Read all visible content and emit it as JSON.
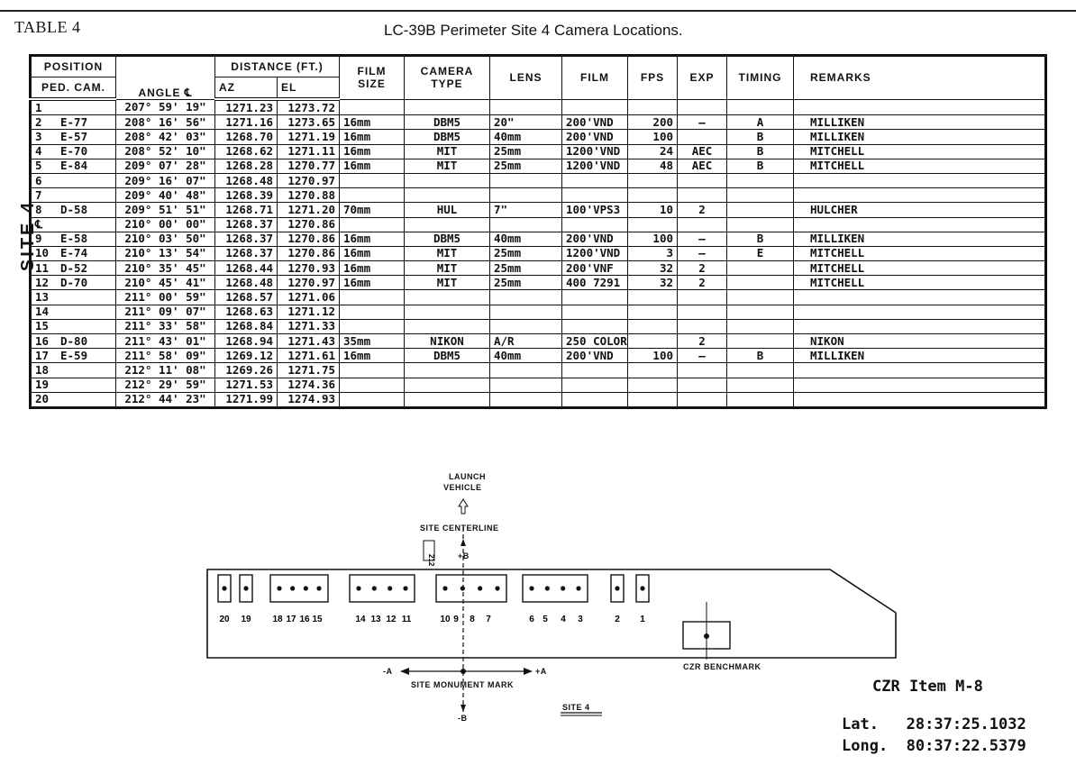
{
  "header": {
    "table_label": "TABLE 4",
    "title": "LC-39B Perimeter Site 4 Camera Locations."
  },
  "side_label": "SITE 4",
  "table": {
    "headers": {
      "position_top": "POSITION",
      "ped": "PED.",
      "cam": "CAM.",
      "angle": "ANGLE ℄",
      "distance": "DISTANCE (FT.)",
      "az": "AZ",
      "el": "EL",
      "film_size_1": "FILM",
      "film_size_2": "SIZE",
      "camera_type_1": "CAMERA",
      "camera_type_2": "TYPE",
      "lens": "LENS",
      "film": "FILM",
      "fps": "FPS",
      "exp": "EXP",
      "timing": "TIMING",
      "remarks": "REMARKS"
    },
    "rows": [
      {
        "ped": "1",
        "cam": "",
        "angle": "207° 59' 19\"",
        "az": "1271.23",
        "el": "1273.72",
        "size": "",
        "type": "",
        "lens": "",
        "film": "",
        "fps": "",
        "exp": "",
        "timing": "",
        "remarks": ""
      },
      {
        "ped": "2",
        "cam": "E-77",
        "angle": "208° 16' 56\"",
        "az": "1271.16",
        "el": "1273.65",
        "size": "16mm",
        "type": "DBM5",
        "lens": "20\"",
        "film": "200'VND",
        "fps": "200",
        "exp": "—",
        "timing": "A",
        "remarks": "MILLIKEN"
      },
      {
        "ped": "3",
        "cam": "E-57",
        "angle": "208° 42' 03\"",
        "az": "1268.70",
        "el": "1271.19",
        "size": "16mm",
        "type": "DBM5",
        "lens": "40mm",
        "film": "200'VND",
        "fps": "100",
        "exp": "",
        "timing": "B",
        "remarks": "MILLIKEN"
      },
      {
        "ped": "4",
        "cam": "E-70",
        "angle": "208° 52' 10\"",
        "az": "1268.62",
        "el": "1271.11",
        "size": "16mm",
        "type": "MIT",
        "lens": "25mm",
        "film": "1200'VND",
        "fps": "24",
        "exp": "AEC",
        "timing": "B",
        "remarks": "MITCHELL"
      },
      {
        "ped": "5",
        "cam": "E-84",
        "angle": "209° 07' 28\"",
        "az": "1268.28",
        "el": "1270.77",
        "size": "16mm",
        "type": "MIT",
        "lens": "25mm",
        "film": "1200'VND",
        "fps": "48",
        "exp": "AEC",
        "timing": "B",
        "remarks": "MITCHELL"
      },
      {
        "ped": "6",
        "cam": "",
        "angle": "209° 16' 07\"",
        "az": "1268.48",
        "el": "1270.97",
        "size": "",
        "type": "",
        "lens": "",
        "film": "",
        "fps": "",
        "exp": "",
        "timing": "",
        "remarks": ""
      },
      {
        "ped": "7",
        "cam": "",
        "angle": "209° 40' 48\"",
        "az": "1268.39",
        "el": "1270.88",
        "size": "",
        "type": "",
        "lens": "",
        "film": "",
        "fps": "",
        "exp": "",
        "timing": "",
        "remarks": ""
      },
      {
        "ped": "8",
        "cam": "D-58",
        "angle": "209° 51' 51\"",
        "az": "1268.71",
        "el": "1271.20",
        "size": "70mm",
        "type": "HUL",
        "lens": "7\"",
        "film": "100'VPS3",
        "fps": "10",
        "exp": "2",
        "timing": "",
        "remarks": "HULCHER"
      },
      {
        "ped": "℄",
        "cam": "",
        "angle": "210° 00' 00\"",
        "az": "1268.37",
        "el": "1270.86",
        "size": "",
        "type": "",
        "lens": "",
        "film": "",
        "fps": "",
        "exp": "",
        "timing": "",
        "remarks": ""
      },
      {
        "ped": "9",
        "cam": "E-58",
        "angle": "210° 03' 50\"",
        "az": "1268.37",
        "el": "1270.86",
        "size": "16mm",
        "type": "DBM5",
        "lens": "40mm",
        "film": "200'VND",
        "fps": "100",
        "exp": "—",
        "timing": "B",
        "remarks": "MILLIKEN"
      },
      {
        "ped": "10",
        "cam": "E-74",
        "angle": "210° 13' 54\"",
        "az": "1268.37",
        "el": "1270.86",
        "size": "16mm",
        "type": "MIT",
        "lens": "25mm",
        "film": "1200'VND",
        "fps": "3",
        "exp": "—",
        "timing": "E",
        "remarks": "MITCHELL"
      },
      {
        "ped": "11",
        "cam": "D-52",
        "angle": "210° 35' 45\"",
        "az": "1268.44",
        "el": "1270.93",
        "size": "16mm",
        "type": "MIT",
        "lens": "25mm",
        "film": "200'VNF",
        "fps": "32",
        "exp": "2",
        "timing": "",
        "remarks": "MITCHELL"
      },
      {
        "ped": "12",
        "cam": "D-70",
        "angle": "210° 45' 41\"",
        "az": "1268.48",
        "el": "1270.97",
        "size": "16mm",
        "type": "MIT",
        "lens": "25mm",
        "film": "400 7291",
        "fps": "32",
        "exp": "2",
        "timing": "",
        "remarks": "MITCHELL"
      },
      {
        "ped": "13",
        "cam": "",
        "angle": "211° 00' 59\"",
        "az": "1268.57",
        "el": "1271.06",
        "size": "",
        "type": "",
        "lens": "",
        "film": "",
        "fps": "",
        "exp": "",
        "timing": "",
        "remarks": ""
      },
      {
        "ped": "14",
        "cam": "",
        "angle": "211° 09' 07\"",
        "az": "1268.63",
        "el": "1271.12",
        "size": "",
        "type": "",
        "lens": "",
        "film": "",
        "fps": "",
        "exp": "",
        "timing": "",
        "remarks": ""
      },
      {
        "ped": "15",
        "cam": "",
        "angle": "211° 33' 58\"",
        "az": "1268.84",
        "el": "1271.33",
        "size": "",
        "type": "",
        "lens": "",
        "film": "",
        "fps": "",
        "exp": "",
        "timing": "",
        "remarks": ""
      },
      {
        "ped": "16",
        "cam": "D-80",
        "angle": "211° 43' 01\"",
        "az": "1268.94",
        "el": "1271.43",
        "size": "35mm",
        "type": "NIKON",
        "lens": "A/R",
        "film": "250 COLOR",
        "fps": "",
        "exp": "2",
        "timing": "",
        "remarks": "NIKON"
      },
      {
        "ped": "17",
        "cam": "E-59",
        "angle": "211° 58' 09\"",
        "az": "1269.12",
        "el": "1271.61",
        "size": "16mm",
        "type": "DBM5",
        "lens": "40mm",
        "film": "200'VND",
        "fps": "100",
        "exp": "—",
        "timing": "B",
        "remarks": "MILLIKEN"
      },
      {
        "ped": "18",
        "cam": "",
        "angle": "212° 11' 08\"",
        "az": "1269.26",
        "el": "1271.75",
        "size": "",
        "type": "",
        "lens": "",
        "film": "",
        "fps": "",
        "exp": "",
        "timing": "",
        "remarks": ""
      },
      {
        "ped": "19",
        "cam": "",
        "angle": "212° 29' 59\"",
        "az": "1271.53",
        "el": "1274.36",
        "size": "",
        "type": "",
        "lens": "",
        "film": "",
        "fps": "",
        "exp": "",
        "timing": "",
        "remarks": ""
      },
      {
        "ped": "20",
        "cam": "",
        "angle": "212° 44' 23\"",
        "az": "1271.99",
        "el": "1274.93",
        "size": "",
        "type": "",
        "lens": "",
        "film": "",
        "fps": "",
        "exp": "",
        "timing": "",
        "remarks": ""
      }
    ]
  },
  "diagram": {
    "launch_1": "LAUNCH",
    "launch_2": "VEHICLE",
    "centerline": "SITE CENTERLINE",
    "plus_b": "+B",
    "minus_b": "-B",
    "plus_a": "+A",
    "minus_a": "-A",
    "monument": "SITE MONUMENT MARK",
    "benchmark": "CZR BENCHMARK",
    "site_label": "SITE 4",
    "site_code": "212",
    "pad_numbers": [
      "20",
      "19",
      "18",
      "17",
      "16",
      "15",
      "14",
      "13",
      "12",
      "11",
      "10",
      "9",
      "8",
      "7",
      "6",
      "5",
      "4",
      "3",
      "2",
      "1"
    ]
  },
  "footer": {
    "item": "CZR Item M-8",
    "lat_label": "Lat.",
    "lat_value": "28:37:25.1032",
    "long_label": "Long.",
    "long_value": "80:37:22.5379"
  }
}
